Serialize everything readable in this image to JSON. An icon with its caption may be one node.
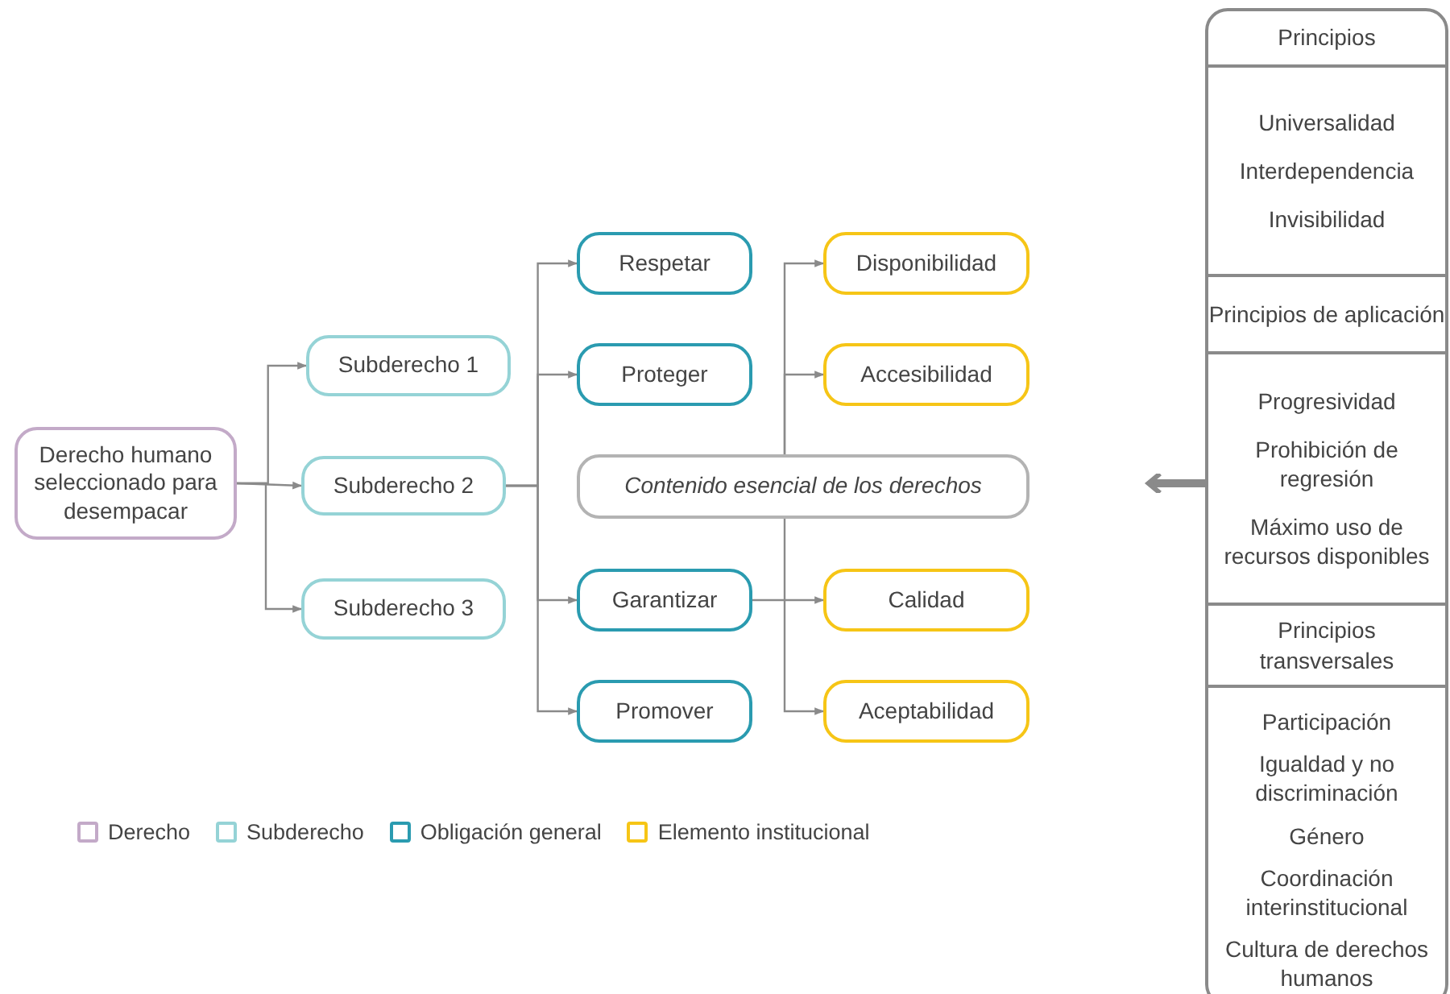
{
  "diagram": {
    "nodes": [
      {
        "text": [
          "Derecho humano seleccionado para desempacar"
        ]
      },
      {
        "text": [
          "Subderecho 1"
        ]
      },
      {
        "text": [
          "Subderecho 2"
        ]
      },
      {
        "text": [
          "Subderecho 3"
        ]
      },
      {
        "text": [
          "Respetar"
        ]
      },
      {
        "text": [
          "Proteger"
        ]
      },
      {
        "text": [
          "Contenido esencial de los derechos"
        ]
      },
      {
        "text": [
          "Garantizar"
        ]
      },
      {
        "text": [
          "Promover"
        ]
      },
      {
        "text": [
          "Disponibilidad"
        ]
      },
      {
        "text": [
          "Accesibilidad"
        ]
      },
      {
        "text": [
          "Calidad"
        ]
      },
      {
        "text": [
          "Aceptabilidad"
        ]
      },
      {
        "text": [
          "Principios",
          "Universalidad",
          "Interdependencia",
          "Invisibilidad",
          "Principios de aplicación",
          "Progresividad",
          "Prohibición de regresión",
          "Máximo uso de recursos disponibles",
          "Principios transversales",
          "Participación",
          "Igualdad y no discriminación",
          "Género",
          "Coordinación interinstitucional",
          "Cultura de derechos humanos"
        ]
      }
    ],
    "edges": [
      {
        "from": 0,
        "to": 1,
        "arrow": "to"
      },
      {
        "from": 0,
        "to": 2,
        "arrow": "to"
      },
      {
        "from": 0,
        "to": 3,
        "arrow": "to"
      },
      {
        "from": 2,
        "to": 4,
        "arrow": "to"
      },
      {
        "from": 2,
        "to": 5,
        "arrow": "to"
      },
      {
        "from": 2,
        "to": 7,
        "arrow": "to"
      },
      {
        "from": 2,
        "to": 8,
        "arrow": "to"
      },
      {
        "from": 6,
        "to": 9,
        "arrow": "to"
      },
      {
        "from": 6,
        "to": 10,
        "arrow": "to"
      },
      {
        "from": 7,
        "to": 11,
        "arrow": "to"
      },
      {
        "from": 6,
        "to": 12,
        "arrow": "to"
      },
      {
        "from": 13,
        "to": null,
        "arrow": "to",
        "style": "thick"
      }
    ],
    "legend": [
      {
        "text": "Derecho",
        "color": "#c3aac8"
      },
      {
        "text": "Subderecho",
        "color": "#95d3d6"
      },
      {
        "text": "Obligación general",
        "color": "#2a9bb0"
      },
      {
        "text": "Elemento institucional",
        "color": "#f6c516"
      }
    ]
  }
}
